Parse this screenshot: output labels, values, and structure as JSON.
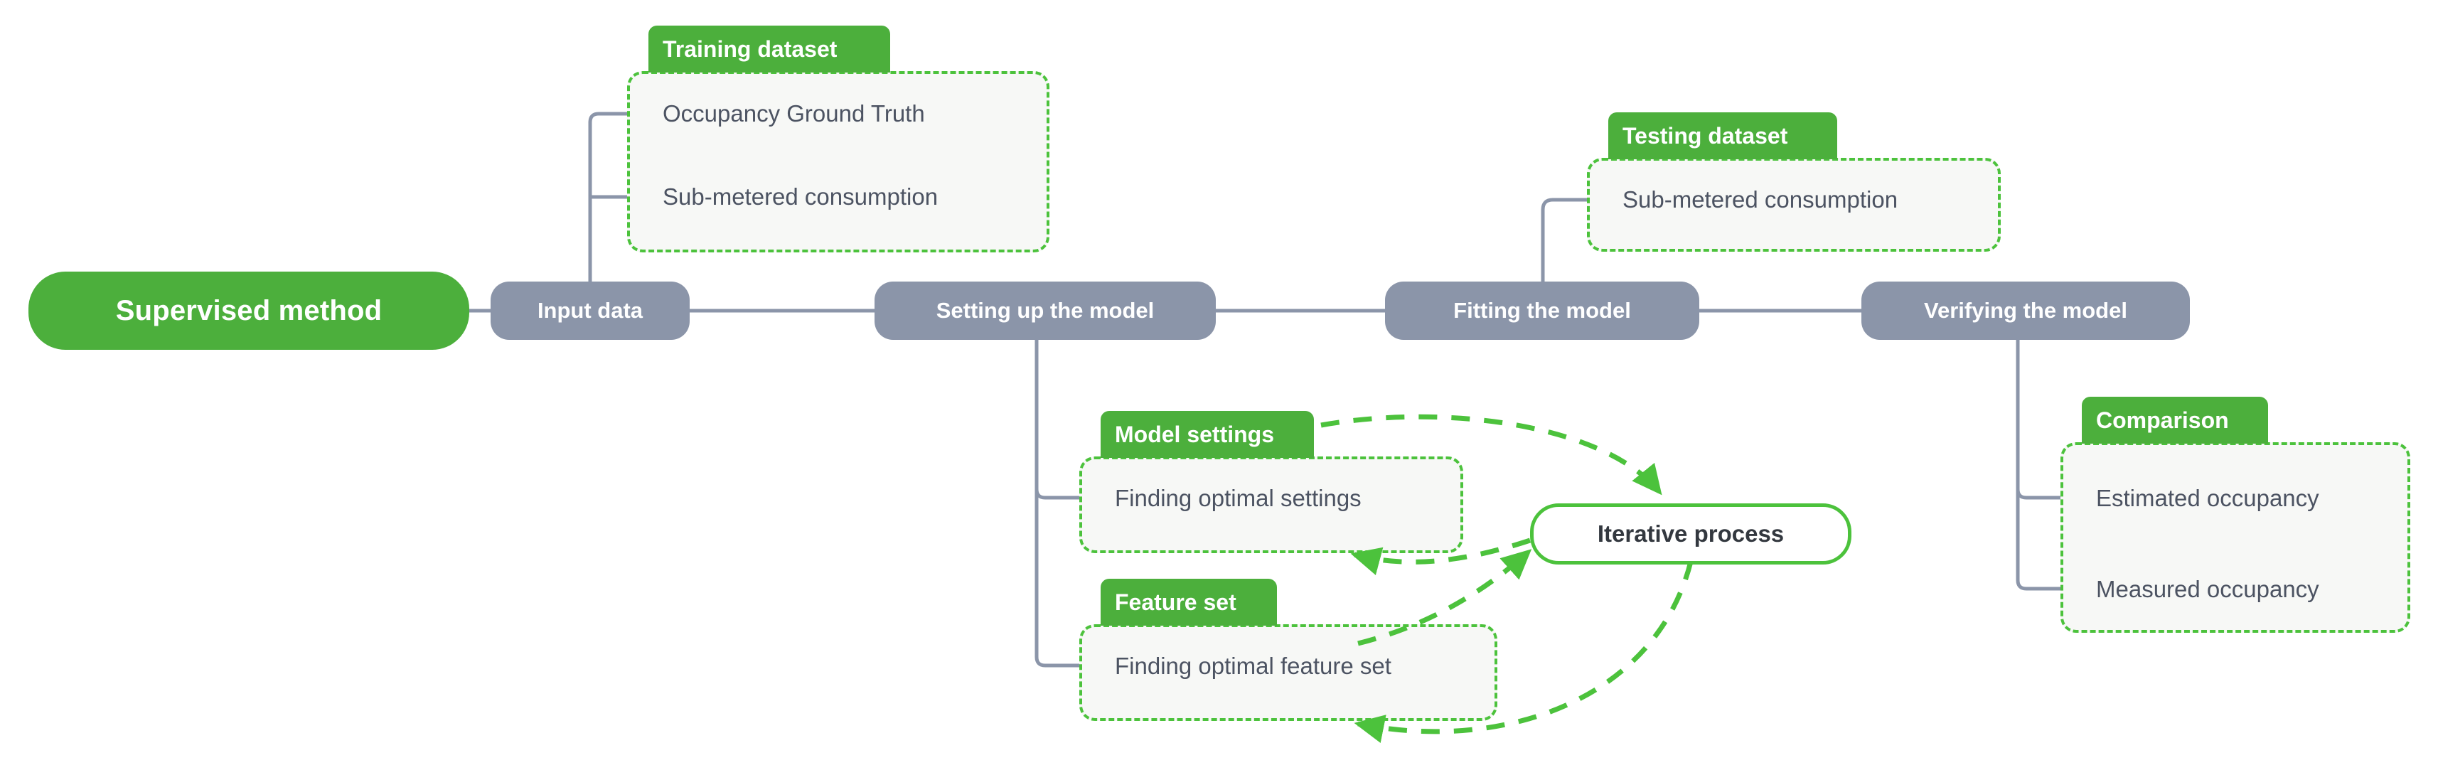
{
  "diagram": {
    "title": "Supervised method",
    "root": {
      "label": "Supervised method"
    },
    "spine": [
      {
        "id": "input-data",
        "label": "Input data"
      },
      {
        "id": "setting-up-model",
        "label": "Setting up the model"
      },
      {
        "id": "fitting-model",
        "label": "Fitting the model"
      },
      {
        "id": "verifying-model",
        "label": "Verifying the model"
      }
    ],
    "groups": [
      {
        "id": "training-dataset",
        "tab": "Training dataset",
        "parent": "Input data",
        "items": [
          "Occupancy Ground Truth",
          "Sub-metered consumption"
        ]
      },
      {
        "id": "testing-dataset",
        "tab": "Testing dataset",
        "parent": "Fitting the model",
        "items": [
          "Sub-metered consumption"
        ]
      },
      {
        "id": "model-settings",
        "tab": "Model settings",
        "parent": "Setting up the model",
        "items": [
          "Finding optimal settings"
        ]
      },
      {
        "id": "feature-set",
        "tab": "Feature set",
        "parent": "Setting up the model",
        "items": [
          "Finding optimal feature set"
        ]
      },
      {
        "id": "comparison",
        "tab": "Comparison",
        "parent": "Verifying the model",
        "items": [
          "Estimated occupancy",
          "Measured occupancy"
        ]
      }
    ],
    "loop_node": {
      "label": "Iterative process"
    },
    "colors": {
      "green": "#4CAF3C",
      "green_dash": "#4CC23C",
      "gray_node": "#8B95A9",
      "connector": "#8B95A9",
      "panel_fill": "#F7F8F6",
      "leaf_text": "#4C5362",
      "pill_text": "#33383F"
    }
  }
}
